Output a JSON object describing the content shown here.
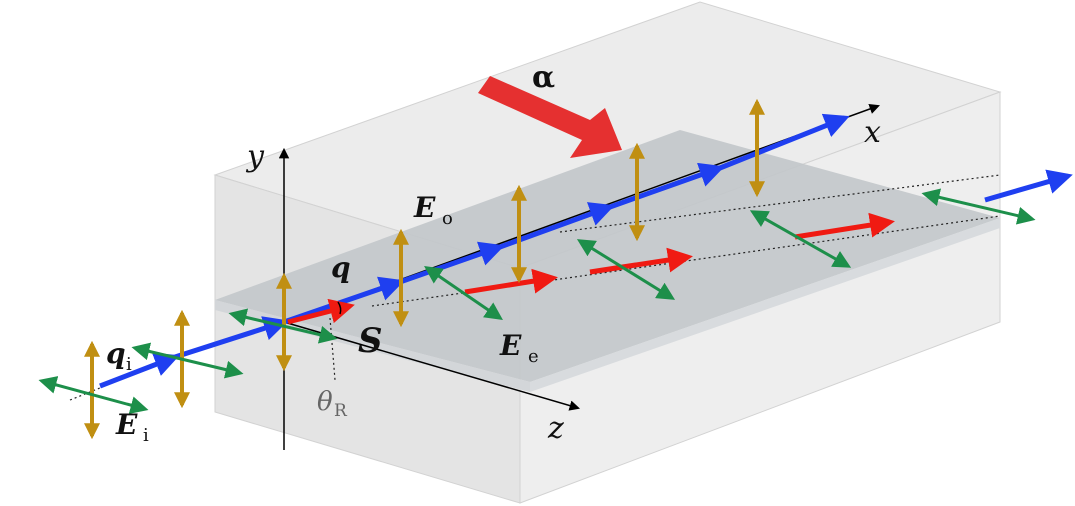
{
  "labels": {
    "alpha": "α",
    "x": "x",
    "y": "y",
    "z": "z",
    "q": "q",
    "q_i": "q",
    "q_i_sub": "i",
    "E_i": "E",
    "E_i_sub": "i",
    "E_o": "E",
    "E_o_sub": "o",
    "E_e": "E",
    "E_e_sub": "e",
    "S": "S",
    "theta_R": "θ",
    "theta_R_sub": "R"
  },
  "colors": {
    "ordinary_ray": "#1f3ff0",
    "extraordinary_ray": "#f01a12",
    "ordinary_polarization": "#c08f12",
    "extraordinary_polarization": "#1d8f4a",
    "optic_axis_arrow": "#e53030",
    "crystal_body": "#e8e8e8",
    "crystal_plane": "#bfc3c7"
  }
}
